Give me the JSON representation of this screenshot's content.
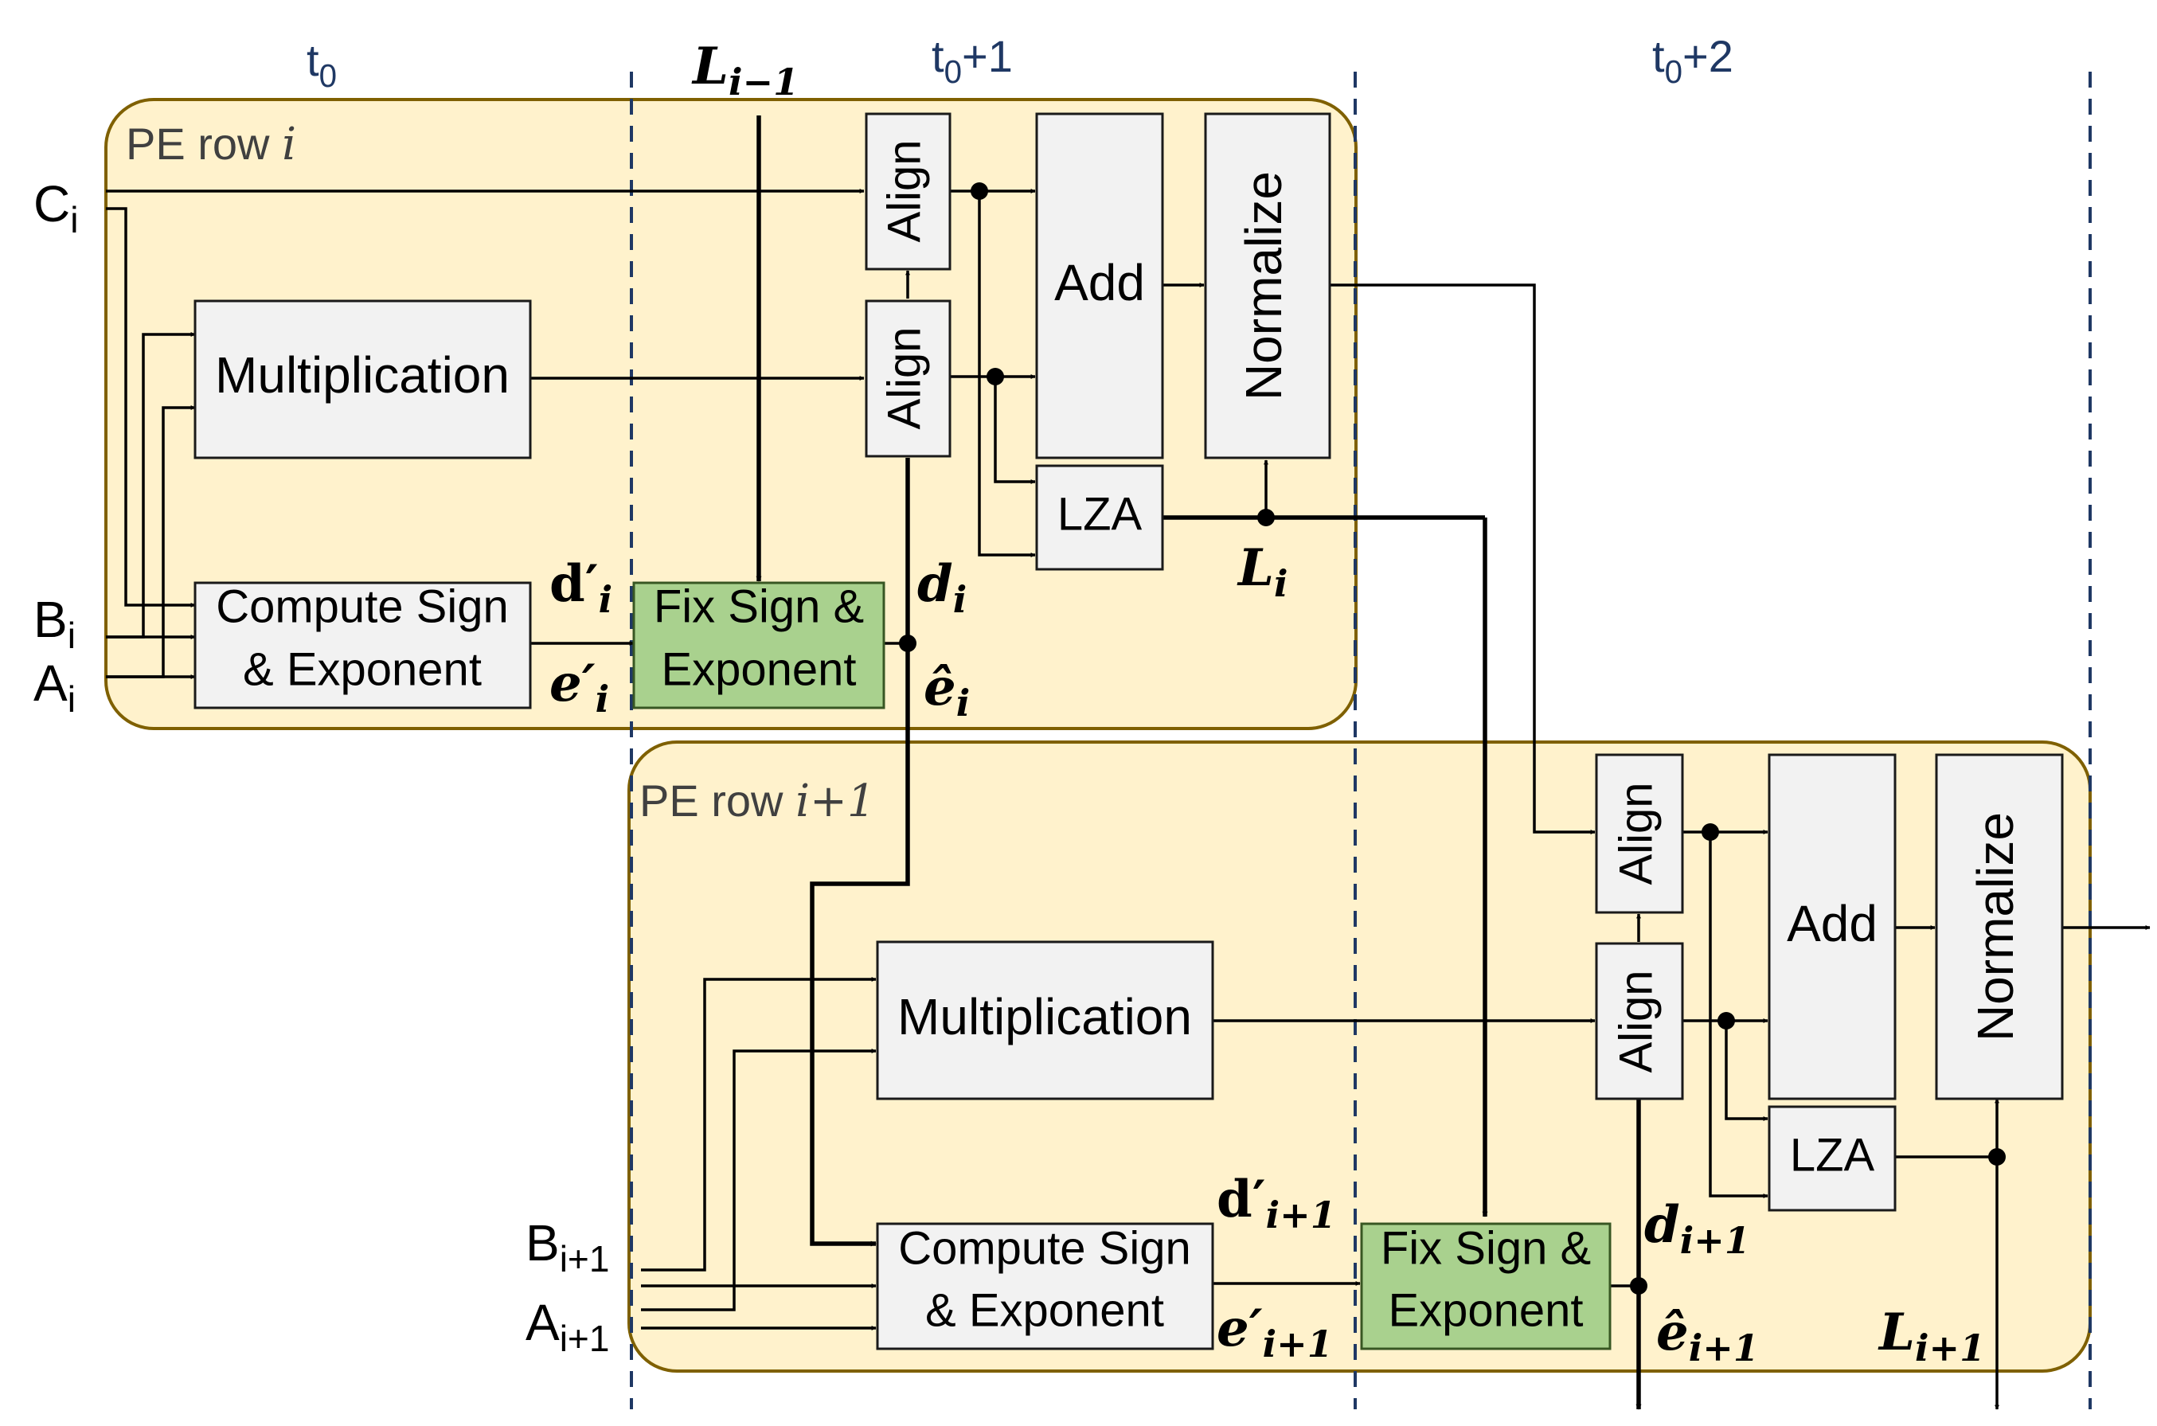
{
  "time": {
    "t0": {
      "base": "t",
      "sub": "0",
      "sup": ""
    },
    "t1": {
      "base": "t",
      "sub": "0",
      "sup": "+1"
    },
    "t2": {
      "base": "t",
      "sub": "0",
      "sup": "+2"
    }
  },
  "rows": {
    "row_i": {
      "prefix": "PE row ",
      "index": "i"
    },
    "row_i1": {
      "prefix": "PE row ",
      "index": "i+1"
    }
  },
  "blocks": {
    "align": "Align",
    "add": "Add",
    "normalize": "Normalize",
    "lza": "LZA",
    "multiplication": "Multiplication",
    "compute_line1": "Compute Sign",
    "compute_line2": "& Exponent",
    "fix_line1": "Fix Sign &",
    "fix_line2": "Exponent"
  },
  "inputs": {
    "ci": {
      "base": "C",
      "sub": "i"
    },
    "bi": {
      "base": "B",
      "sub": "i"
    },
    "ai": {
      "base": "A",
      "sub": "i"
    },
    "bi1": {
      "base": "B",
      "sub": "i+1"
    },
    "ai1": {
      "base": "A",
      "sub": "i+1"
    }
  },
  "signals": {
    "l_prev": {
      "base": "L",
      "sub": "i−1"
    },
    "li": {
      "base": "L",
      "sub": "i"
    },
    "li1": {
      "base": "L",
      "sub": "i+1"
    },
    "di": {
      "base": "d",
      "sub": "i"
    },
    "di1": {
      "base": "d",
      "sub": "i+1"
    },
    "dpi": {
      "base": "d′",
      "sub": "i"
    },
    "dpi1": {
      "base": "d′",
      "sub": "i+1"
    },
    "epi": {
      "base": "e′",
      "sub": "i"
    },
    "epi1": {
      "base": "e′",
      "sub": "i+1"
    },
    "ehi": {
      "base": "ê",
      "sub": "i"
    },
    "ehi1": {
      "base": "ê",
      "sub": "i+1"
    }
  }
}
